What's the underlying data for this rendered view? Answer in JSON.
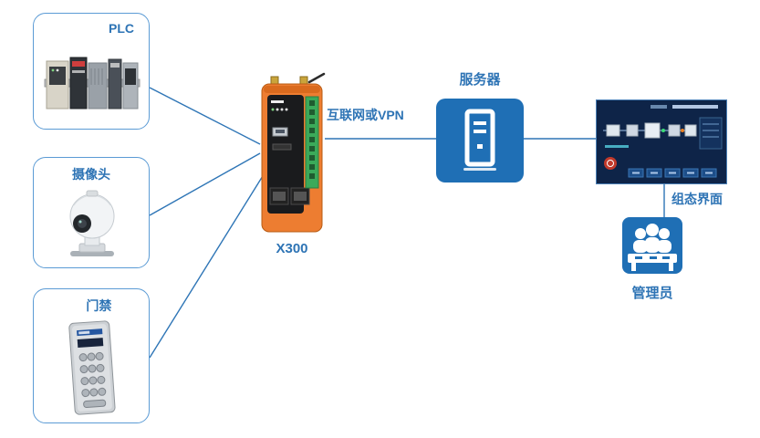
{
  "diagram": {
    "plc": {
      "label": "PLC"
    },
    "camera": {
      "label": "摄像头"
    },
    "door": {
      "label": "门禁"
    },
    "gateway": {
      "label": "X300"
    },
    "wan": {
      "label": "互联网或VPN"
    },
    "server": {
      "label": "服务器"
    },
    "hmi": {
      "label": "组态界面"
    },
    "admin": {
      "label": "管理员"
    }
  },
  "colors": {
    "accent_text": "#2E74B5",
    "connector_line": "#2E75B6",
    "box_border": "#5B9BD5",
    "server_fill": "#1F6FB5",
    "gateway_orange": "#ED7D31",
    "terminal_green": "#3BAA5A",
    "hmi_background": "#0E2448"
  }
}
